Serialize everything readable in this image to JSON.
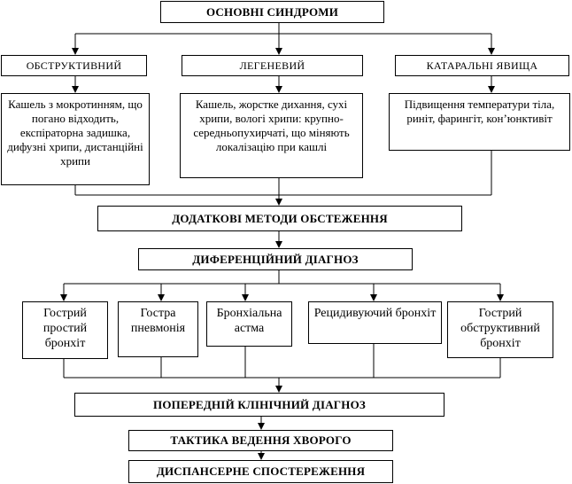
{
  "diagram": {
    "root": "ОСНОВНІ СИНДРОМИ",
    "syndromes": [
      {
        "title": "ОБСТРУКТИВНИЙ",
        "symptoms": "Кашель з мокротинням, що погано відходить, експіраторна задишка, дифузні хрипи, дистанційні хрипи"
      },
      {
        "title": "ЛЕГЕНЕВИЙ",
        "symptoms": "Кашель,  жорстке дихання, сухі хрипи, вологі хрипи: крупно-  середньопухирчаті, що міняють локалізацію при кашлі"
      },
      {
        "title": "КАТАРАЛЬНІ ЯВИЩА",
        "symptoms": "Підвищення температури тіла, риніт, фарингіт, кон’юнктивіт"
      }
    ],
    "additional_methods": "ДОДАТКОВІ МЕТОДИ ОБСТЕЖЕННЯ",
    "differential": "ДИФЕРЕНЦІЙНИЙ ДІАГНОЗ",
    "diagnoses": [
      "Гострий простий бронхіт",
      "Гостра пневмонія",
      "Бронхіальна астма",
      "Рецидивуючий бронхіт",
      "Гострий обструктивний бронхіт"
    ],
    "preliminary": "ПОПЕРЕДНІЙ КЛІНІЧНИЙ ДІАГНОЗ",
    "tactics": "ТАКТИКА ВЕДЕННЯ ХВОРОГО",
    "follow_up": "ДИСПАНСЕРНЕ СПОСТЕРЕЖЕННЯ"
  }
}
